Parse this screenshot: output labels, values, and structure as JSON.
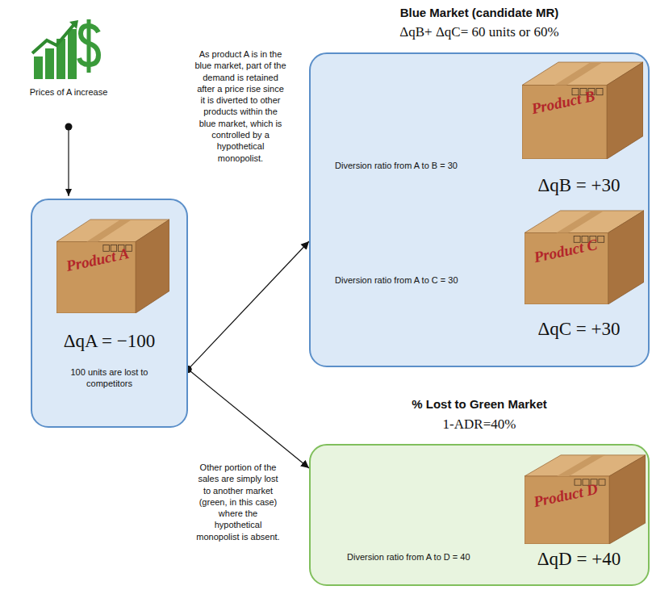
{
  "diagram": {
    "nodes": [
      {
        "text": [
          "ΔqA = −100",
          "100 units are lost to competitors"
        ]
      },
      {
        "text": [
          "Product A"
        ],
        "in": 0
      },
      {
        "text": [
          "Blue Market (candidate MR)",
          "ΔqB+ ΔqC= 60 units or 60%",
          "Diversion ratio from A to B = 30",
          "ΔqB = +30",
          "Diversion ratio from A to C = 30",
          "ΔqC = +30"
        ]
      },
      {
        "text": [
          "Product B"
        ],
        "in": 2
      },
      {
        "text": [
          "Product C"
        ],
        "in": 2
      },
      {
        "text": [
          "% Lost to Green Market",
          "1-ADR=40%",
          "Diversion ratio from A to D = 40",
          "ΔqD = +40"
        ]
      },
      {
        "text": [
          "Product D"
        ],
        "in": 5
      }
    ],
    "edges": [
      {
        "from": 0,
        "to": 2,
        "arrow": "to"
      },
      {
        "from": 0,
        "to": 5,
        "arrow": "to"
      }
    ],
    "labels": [
      "Prices of A increase",
      "As product A is in the blue market, part of the demand is retained after a price rise since it is diverted to other products within the blue market, which is controlled by a hypothetical monopolist.",
      "Other portion of the sales are simply lost to another market (green, in this case) where the hypothetical monopolist is absent."
    ]
  }
}
